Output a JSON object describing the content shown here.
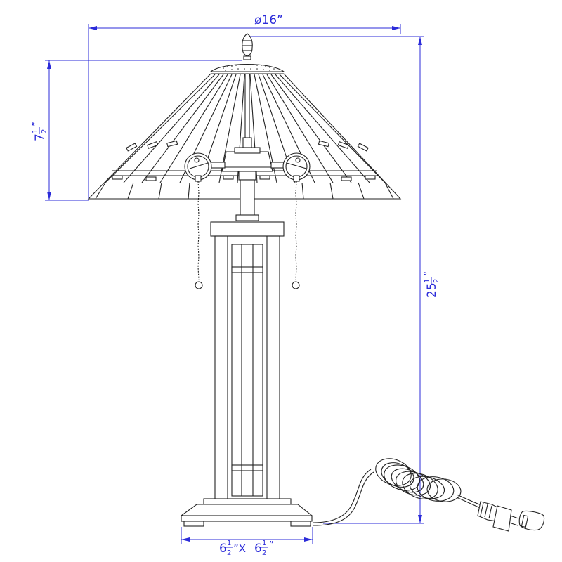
{
  "dimensions": {
    "shade_diameter": {
      "main": "ø16",
      "mark": "”"
    },
    "shade_height": {
      "whole": "7",
      "num": "1",
      "den": "2",
      "mark": "”"
    },
    "overall_height": {
      "whole": "25",
      "num": "1",
      "den": "2",
      "mark": "”"
    },
    "base": {
      "w_whole": "6",
      "w_num": "1",
      "w_den": "2",
      "sep": "”X",
      "d_whole": "6",
      "d_num": "1",
      "d_den": "2",
      "mark": "”"
    }
  },
  "colors": {
    "dimension": "#2b2bd9",
    "lines": "#222222",
    "background": "#ffffff"
  }
}
